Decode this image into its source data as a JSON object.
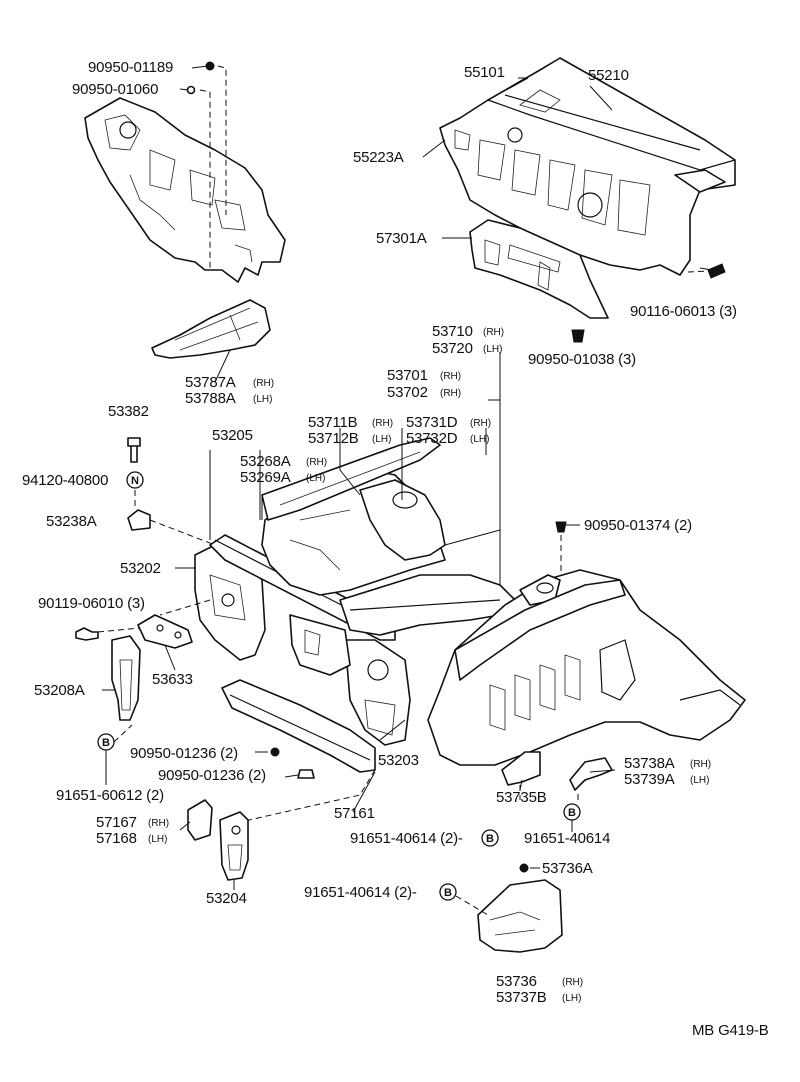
{
  "labels": {
    "p90950_01189": "90950-01189",
    "p90950_01060": "90950-01060",
    "p55101": "55101",
    "p55210": "55210",
    "p55223A": "55223A",
    "p57301A": "57301A",
    "p90116_06013": "90116-06013 (3)",
    "p90950_01038": "90950-01038 (3)",
    "p53787A": "53787A",
    "p53788A": "53788A",
    "p53710": "53710",
    "p53720": "53720",
    "p53701": "53701",
    "p53702": "53702",
    "p53382": "53382",
    "p53711B": "53711B",
    "p53712B": "53712B",
    "p53731D": "53731D",
    "p53732D": "53732D",
    "p53205": "53205",
    "p53268A": "53268A",
    "p53269A": "53269A",
    "p94120_40800": "94120-40800",
    "p53238A": "53238A",
    "p90950_01374": "90950-01374 (2)",
    "p53202": "53202",
    "p90119_06010": "90119-06010 (3)",
    "p53633": "53633",
    "p53208A": "53208A",
    "p90950_01236a": "90950-01236 (2)",
    "p90950_01236b": "90950-01236 (2)",
    "p53203": "53203",
    "p91651_60612": "91651-60612 (2)",
    "p53738A": "53738A",
    "p53739A": "53739A",
    "p57161": "57161",
    "p53735B": "53735B",
    "p57167": "57167",
    "p57168": "57168",
    "p91651_40614a": "91651-40614 (2)-",
    "p91651_40614b": "91651-40614",
    "p53204": "53204",
    "p53736A": "53736A",
    "p91651_40614c": "91651-40614 (2)-",
    "p53736": "53736",
    "p53737B": "53737B",
    "ref_code": "MB G419-B"
  },
  "suffixes": {
    "rh": "(RH)",
    "lh": "(LH)"
  },
  "callouts": {
    "n": "N",
    "b": "B"
  }
}
